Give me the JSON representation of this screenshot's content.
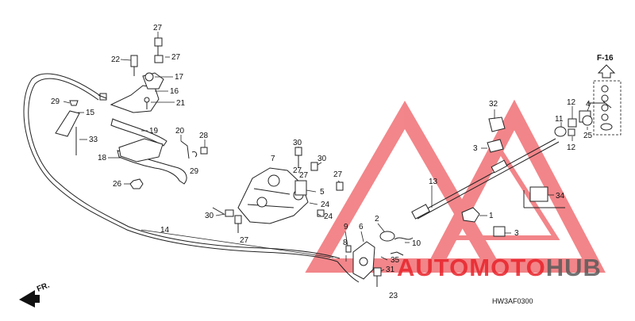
{
  "diagram": {
    "section_code": "F-16",
    "figure_code": "HW3AF0300",
    "direction_label": "FR.",
    "callouts": [
      {
        "id": "c27a",
        "text": "27"
      },
      {
        "id": "c27b",
        "text": "27"
      },
      {
        "id": "c22",
        "text": "22"
      },
      {
        "id": "c17",
        "text": "17"
      },
      {
        "id": "c16",
        "text": "16"
      },
      {
        "id": "c21",
        "text": "21"
      },
      {
        "id": "c29a",
        "text": "29"
      },
      {
        "id": "c15",
        "text": "15"
      },
      {
        "id": "c19",
        "text": "19"
      },
      {
        "id": "c20",
        "text": "20"
      },
      {
        "id": "c28",
        "text": "28"
      },
      {
        "id": "c33",
        "text": "33"
      },
      {
        "id": "c18",
        "text": "18"
      },
      {
        "id": "c29b",
        "text": "29"
      },
      {
        "id": "c26",
        "text": "26"
      },
      {
        "id": "c30a",
        "text": "30"
      },
      {
        "id": "c7",
        "text": "7"
      },
      {
        "id": "c30b",
        "text": "30"
      },
      {
        "id": "c27c",
        "text": "27"
      },
      {
        "id": "c27d",
        "text": "27"
      },
      {
        "id": "c27e",
        "text": "27"
      },
      {
        "id": "c5",
        "text": "5"
      },
      {
        "id": "c24a",
        "text": "24"
      },
      {
        "id": "c24b",
        "text": "24"
      },
      {
        "id": "c30c",
        "text": "30"
      },
      {
        "id": "c27f",
        "text": "27"
      },
      {
        "id": "c14",
        "text": "14"
      },
      {
        "id": "c9",
        "text": "9"
      },
      {
        "id": "c6",
        "text": "6"
      },
      {
        "id": "c2",
        "text": "2"
      },
      {
        "id": "c8",
        "text": "8"
      },
      {
        "id": "c10",
        "text": "10"
      },
      {
        "id": "c35",
        "text": "35"
      },
      {
        "id": "c31",
        "text": "31"
      },
      {
        "id": "c23",
        "text": "23"
      },
      {
        "id": "c13",
        "text": "13"
      },
      {
        "id": "c1",
        "text": "1"
      },
      {
        "id": "c34",
        "text": "34"
      },
      {
        "id": "c3a",
        "text": "3"
      },
      {
        "id": "c3b",
        "text": "3"
      },
      {
        "id": "c32",
        "text": "32"
      },
      {
        "id": "c12a",
        "text": "12"
      },
      {
        "id": "c4",
        "text": "4"
      },
      {
        "id": "c11",
        "text": "11"
      },
      {
        "id": "c12b",
        "text": "12"
      },
      {
        "id": "c25",
        "text": "25"
      }
    ]
  },
  "watermark": {
    "text": "AUTOMOTOHUB",
    "color": "#e8232a",
    "text_gray": "#5a5a5a"
  }
}
